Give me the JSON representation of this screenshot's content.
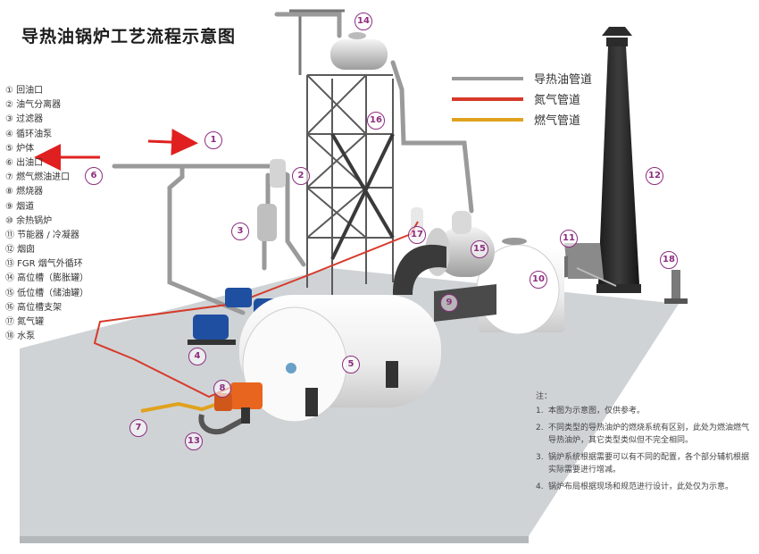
{
  "title": "导热油锅炉工艺流程示意图",
  "parts": [
    "① 回油口",
    "② 油气分离器",
    "③ 过滤器",
    "④ 循环油泵",
    "⑤ 炉体",
    "⑥ 出油口",
    "⑦ 燃气燃油进口",
    "⑧ 燃烧器",
    "⑨ 烟道",
    "⑩ 余热锅炉",
    "⑪ 节能器 / 冷凝器",
    "⑫ 烟囱",
    "⑬ FGR 烟气外循环",
    "⑭ 高位槽（膨胀罐）",
    "⑮ 低位槽（储油罐）",
    "⑯ 高位槽支架",
    "⑰ 氮气罐",
    "⑱ 水泵"
  ],
  "legend": [
    {
      "label": "导热油管道",
      "color": "#9a9a9a"
    },
    {
      "label": "氮气管道",
      "color": "#d63a2a"
    },
    {
      "label": "燃气管道",
      "color": "#e0a21e"
    }
  ],
  "notes": {
    "heading": "注：",
    "items": [
      {
        "num": "1.",
        "text": "本图为示意图，仅供参考。"
      },
      {
        "num": "2.",
        "text": "不同类型的导热油炉的燃烧系统有区别，此处为燃油燃气导热油炉，其它类型类似但不完全相同。"
      },
      {
        "num": "3.",
        "text": "锅炉系统根据需要可以有不同的配置，各个部分辅机根据实际需要进行增减。"
      },
      {
        "num": "4.",
        "text": "锅炉布局根据现场和规范进行设计，此处仅为示意。"
      }
    ]
  },
  "callouts": [
    "1",
    "2",
    "3",
    "4",
    "5",
    "6",
    "7",
    "8",
    "9",
    "10",
    "11",
    "12",
    "13",
    "14",
    "15",
    "16",
    "17",
    "18"
  ],
  "colors": {
    "floor": "#cfd3d6",
    "boiler": "#f3f3f3",
    "oil_pipe": "#9a9a9a",
    "nitrogen_pipe": "#d63a2a",
    "gas_pipe": "#e0a21e",
    "pump": "#1f4fa0",
    "burner": "#e8651f",
    "chimney": "#2b2b2b",
    "callout": "#8c2d7f",
    "arrow": "#e02020"
  }
}
